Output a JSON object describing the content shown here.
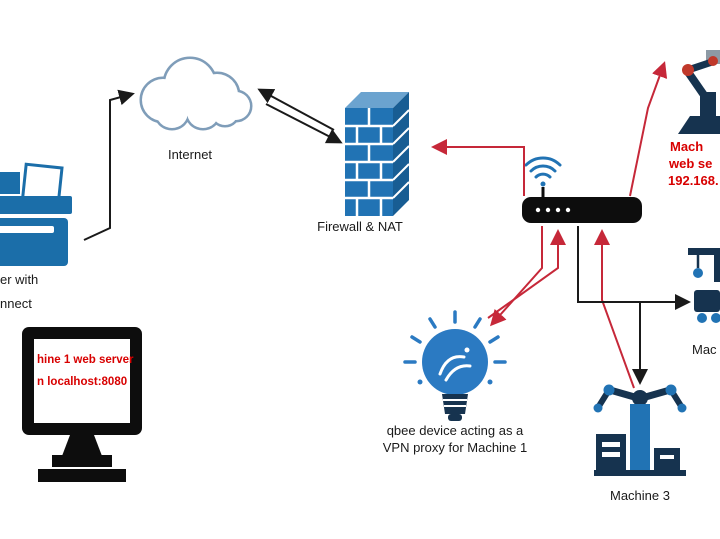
{
  "diagram": {
    "colors": {
      "device_blue": "#2173b4",
      "navy": "#16334f",
      "black": "#111111",
      "arrow_black": "#1a1a1a",
      "arrow_red": "#c62839",
      "text_red": "#d80000",
      "cloud_stroke": "#7f9db9",
      "firewall_top": "#6ba3cf",
      "firewall_side": "#185d93",
      "joint_red": "#c0392b"
    },
    "icons": [
      "cloud-icon",
      "printer-icon",
      "firewall-icon",
      "wifi-router-icon",
      "robot-arm-icon",
      "crane-icon",
      "lightbulb-icon",
      "monitor-icon",
      "industrial-robot-icon"
    ],
    "nodes": {
      "internet": {
        "label": "Internet"
      },
      "firewall": {
        "label": "Firewall & NAT"
      },
      "printer": {
        "label_lines": [
          "er with",
          "nnect"
        ]
      },
      "monitor": {
        "screen_lines": [
          "hine 1 web server",
          "n localhost:8080"
        ]
      },
      "qbee": {
        "label_lines": [
          "qbee device acting as a",
          "VPN proxy for Machine 1"
        ]
      },
      "machine2": {
        "label_lines": [
          "Mach",
          "web se",
          "192.168."
        ]
      },
      "machine3": {
        "label": "Machine 3"
      },
      "machine4": {
        "label": "Mac"
      }
    }
  }
}
